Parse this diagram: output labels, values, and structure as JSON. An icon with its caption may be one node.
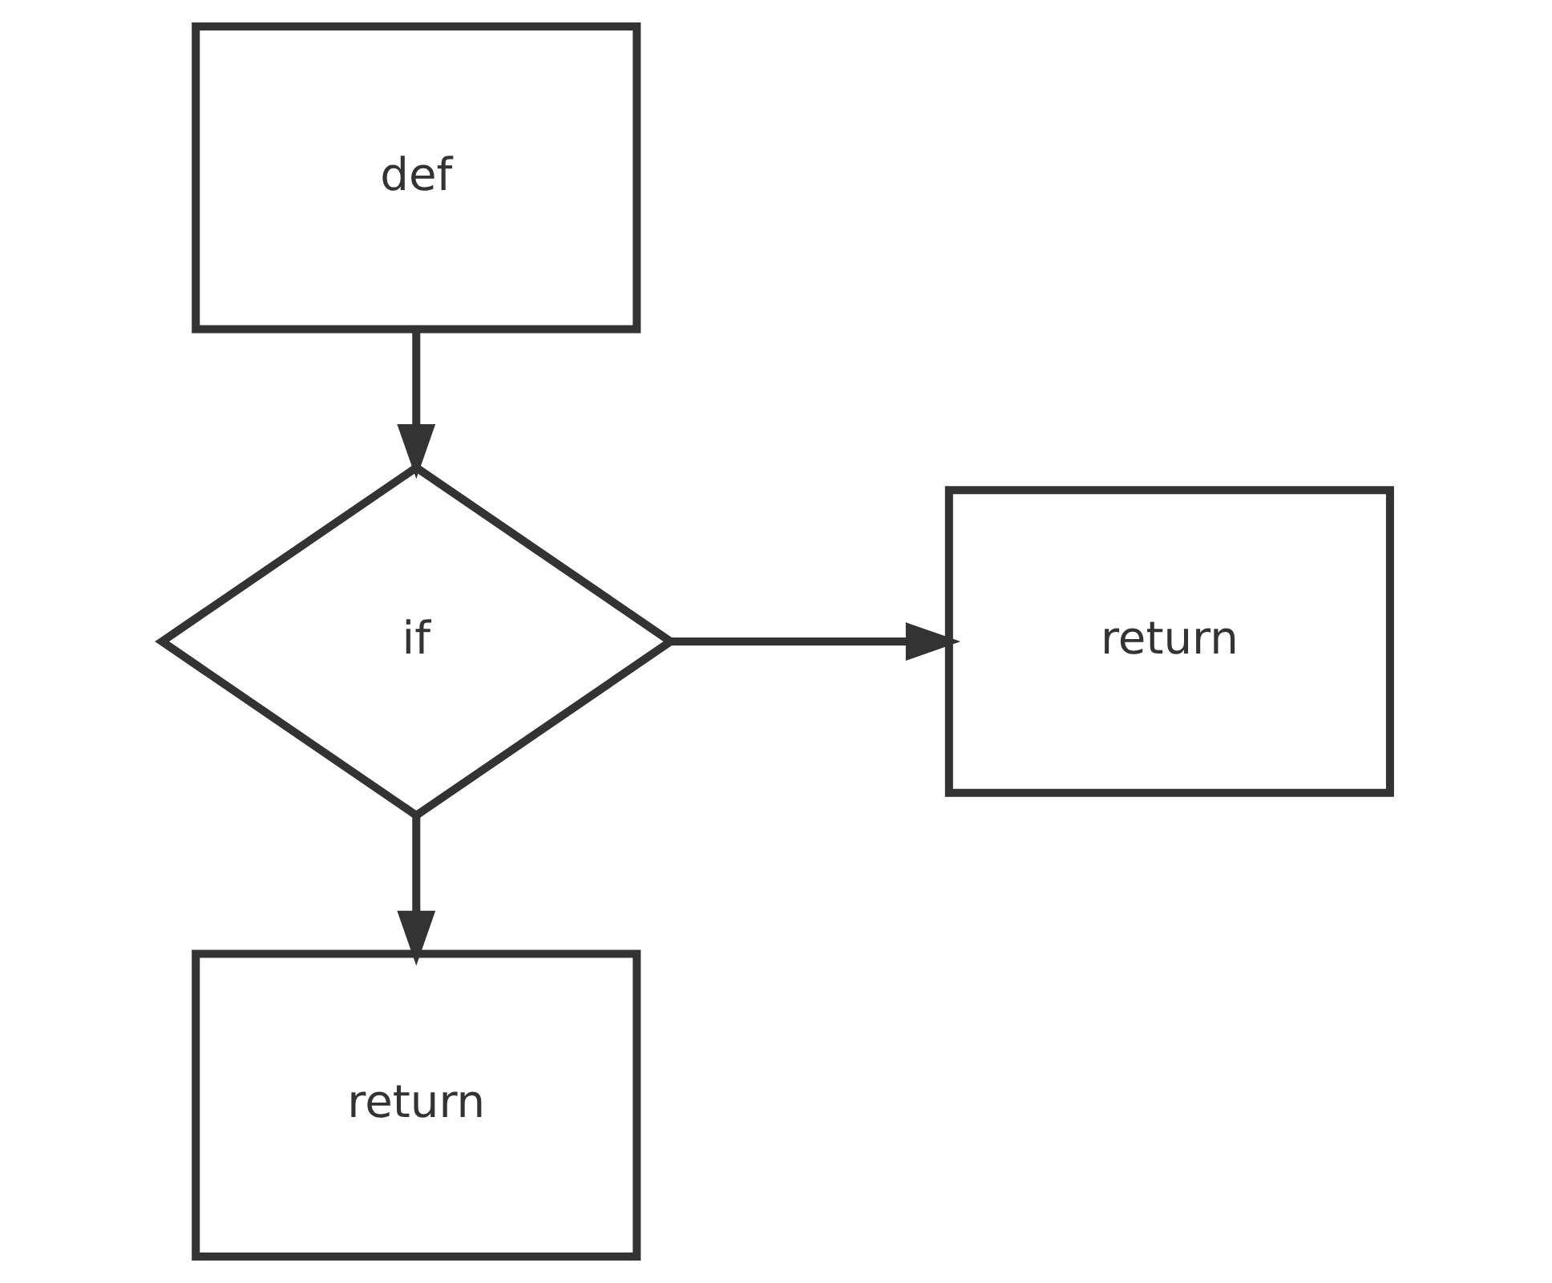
{
  "diagram": {
    "nodes": [
      {
        "text": [
          "def"
        ]
      },
      {
        "text": [
          "if"
        ]
      },
      {
        "text": [
          "return"
        ]
      },
      {
        "text": [
          "return"
        ]
      }
    ],
    "edges": [
      {
        "from": 0,
        "to": 1,
        "arrow": "to"
      },
      {
        "from": 1,
        "to": 2,
        "arrow": "to"
      },
      {
        "from": 1,
        "to": 3,
        "arrow": "to"
      }
    ]
  }
}
